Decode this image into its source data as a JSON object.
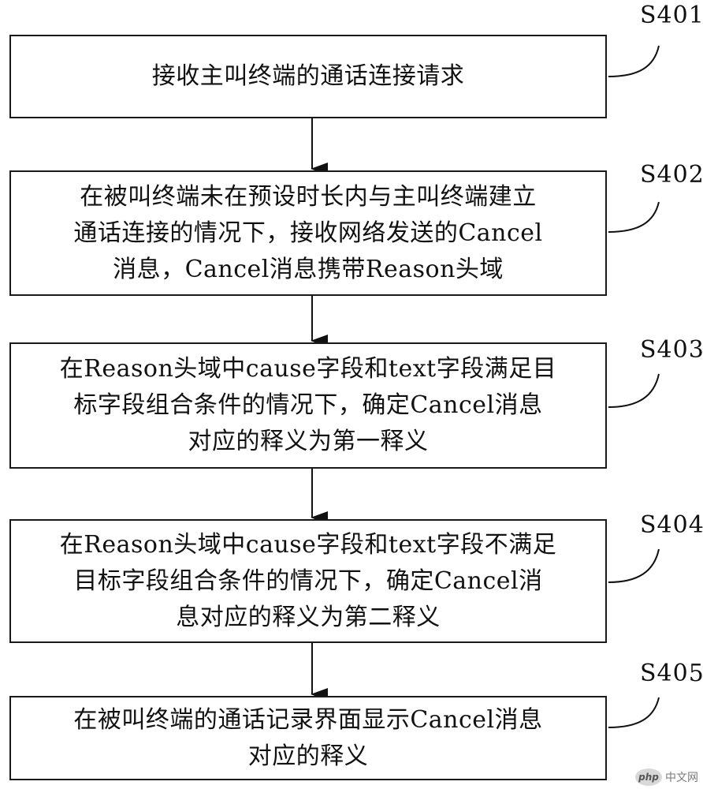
{
  "steps": [
    {
      "id": "S401",
      "label": "S401",
      "lines": [
        "接收主叫终端的通话连接请求"
      ]
    },
    {
      "id": "S402",
      "label": "S402",
      "lines": [
        "在被叫终端未在预设时长内与主叫终端建立",
        "通话连接的情况下，接收网络发送的Cancel",
        "消息，Cancel消息携带Reason头域"
      ]
    },
    {
      "id": "S403",
      "label": "S403",
      "lines": [
        "在Reason头域中cause字段和text字段满足目",
        "标字段组合条件的情况下，确定Cancel消息",
        "对应的释义为第一释义"
      ]
    },
    {
      "id": "S404",
      "label": "S404",
      "lines": [
        "在Reason头域中cause字段和text字段不满足",
        "目标字段组合条件的情况下，确定Cancel消",
        "息对应的释义为第二释义"
      ]
    },
    {
      "id": "S405",
      "label": "S405",
      "lines": [
        "在被叫终端的通话记录界面显示Cancel消息",
        "对应的释义"
      ]
    }
  ],
  "watermark": {
    "logo_text": "php",
    "site_text": "中文网"
  }
}
